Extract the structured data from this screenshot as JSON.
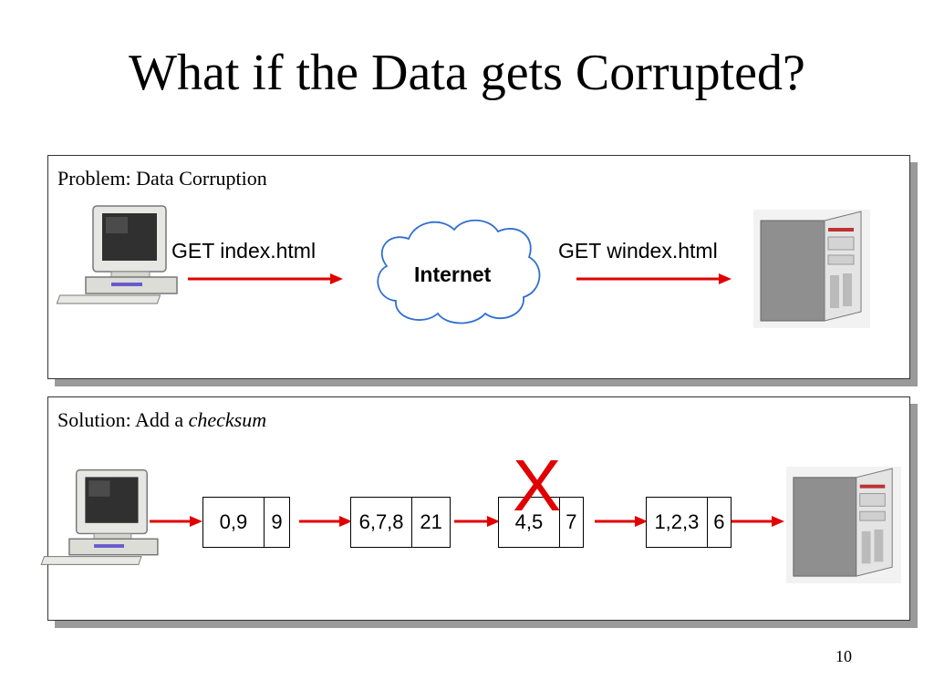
{
  "slide": {
    "title": "What if the Data gets Corrupted?",
    "page_number": "10"
  },
  "problem": {
    "heading": "Problem: Data Corruption",
    "request_sent": "GET index.html",
    "network_label": "Internet",
    "request_received": "GET windex.html"
  },
  "solution": {
    "heading_prefix": "Solution: Add a ",
    "heading_emphasis": "checksum",
    "packets": [
      {
        "data": "0,9",
        "checksum": "9"
      },
      {
        "data": "6,7,8",
        "checksum": "21"
      },
      {
        "data": "4,5",
        "checksum": "7"
      },
      {
        "data": "1,2,3",
        "checksum": "6"
      }
    ],
    "corruption_mark": "X"
  },
  "colors": {
    "arrow": "#e00000",
    "cloud_stroke": "#2f6fd0",
    "panel_shadow": "#9a9a9a"
  },
  "icons": [
    "desktop-computer-icon",
    "tower-server-icon",
    "cloud-icon"
  ]
}
